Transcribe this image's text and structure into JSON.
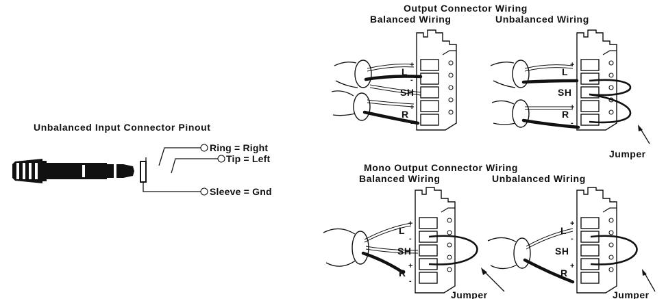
{
  "input_pinout": {
    "title": "Unbalanced Input Connector Pinout",
    "ring": "Ring = Right",
    "tip": "Tip = Left",
    "sleeve": "Sleeve = Gnd"
  },
  "output_wiring": {
    "title": "Output Connector Wiring",
    "balanced": "Balanced Wiring",
    "unbalanced": "Unbalanced Wiring",
    "jumper": "Jumper"
  },
  "mono_wiring": {
    "title": "Mono Output Connector Wiring",
    "balanced": "Balanced Wiring",
    "unbalanced": "Unbalanced Wiring",
    "jumper_left": "Jumper",
    "jumper_right": "Jumper"
  },
  "terminal_labels": {
    "left": "L",
    "shield": "SH",
    "right": "R",
    "plus": "+",
    "minus": "-"
  }
}
